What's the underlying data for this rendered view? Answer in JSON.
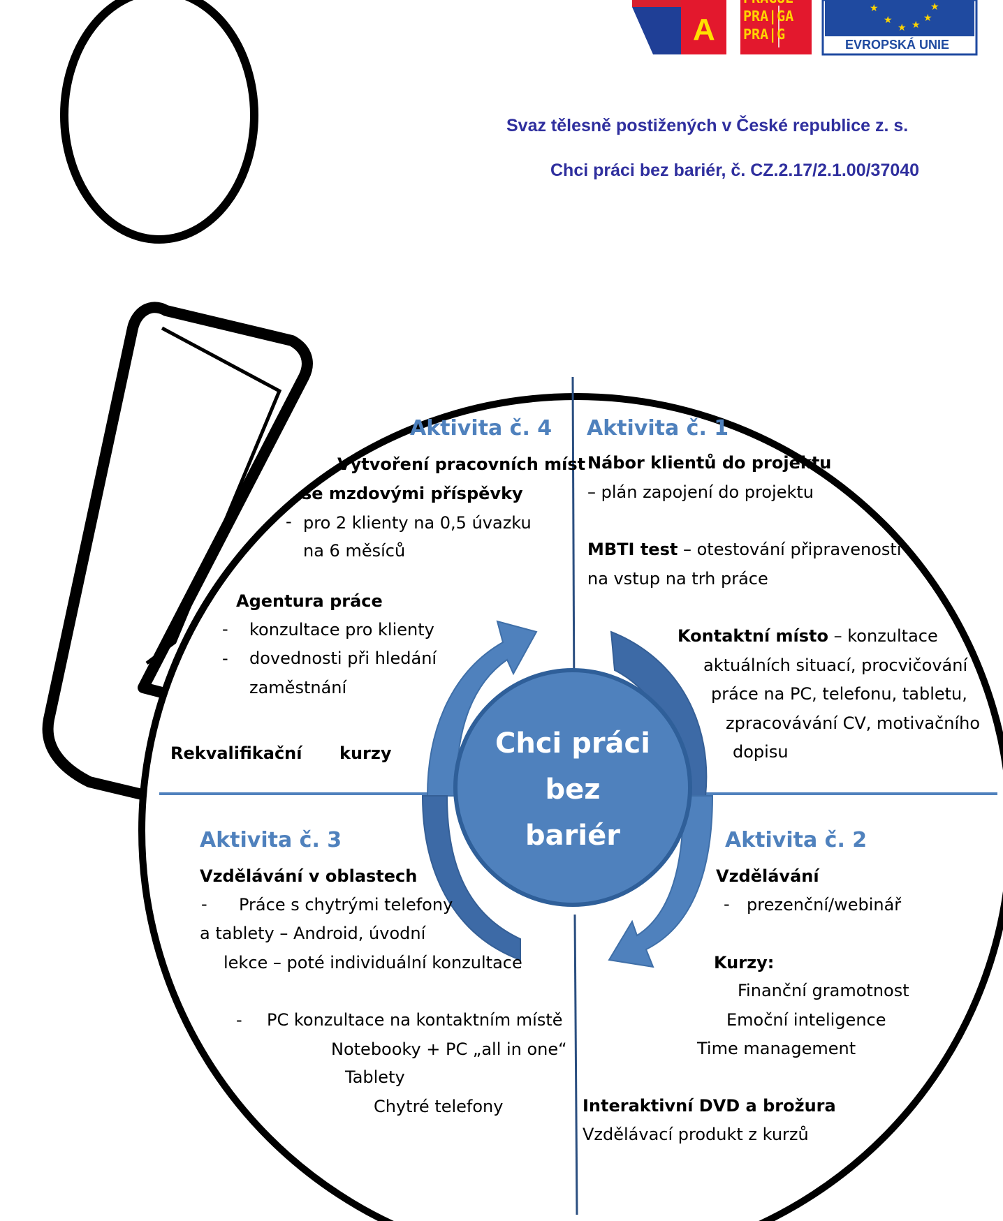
{
  "header": {
    "organization": "Svaz tělesně postižených v České republice  z. s.",
    "project": "Chci práci bez bariér, č. CZ.2.17/2.1.00/37040"
  },
  "logos": {
    "logo_a_letter": "A",
    "praga_lines": [
      "PRAGUE",
      "PRA|GA",
      "PRA|G"
    ],
    "eu_label": "EVROPSKÁ UNIE"
  },
  "center": {
    "lines": [
      "Chci práci",
      "bez",
      "bariér"
    ]
  },
  "colors": {
    "accent": "#4f81bd",
    "header": "#2f2f9e",
    "circle_fill": "#4f81bd",
    "arrow": "#4f81bd"
  },
  "q1": {
    "title": "Aktivita č. 1",
    "item1_bold": "Nábor klientů do projektu",
    "item1_rest": "– plán zapojení do projektu",
    "item2_bold": "MBTI test",
    "item2_rest": " – otestování připravenosti",
    "item2_rest2": "na vstup na trh práce",
    "item3_bold": "Kontaktní místo",
    "item3_rest": " – konzultace",
    "item3_lines": [
      "aktuálních situací, procvičování",
      "práce na PC, telefonu, tabletu,",
      "zpracovávání CV, motivačního",
      "dopisu"
    ]
  },
  "q2": {
    "title": "Aktivita č. 2",
    "edu_bold": "Vzdělávání",
    "edu_item": "prezenční/webinář",
    "courses_bold": "Kurzy:",
    "courses": [
      "Finanční gramotnost",
      "Emoční inteligence",
      "Time management"
    ],
    "dvd_bold": "Interaktivní DVD a brožura",
    "dvd_rest": "Vzdělávací produkt z kurzů"
  },
  "q3": {
    "title": "Aktivita č. 3",
    "edu_bold": "Vzdělávání v oblastech",
    "line1": "Práce s chytrými telefony",
    "line2": "a tablety – Android, úvodní",
    "line3": "lekce – poté individuální konzultace",
    "pc_line": "PC konzultace na kontaktním místě",
    "devices": [
      "Notebooky + PC „all in one“",
      "Tablety",
      "Chytré telefony"
    ]
  },
  "q4": {
    "title": "Aktivita č. 4",
    "jobs_bold1": "Vytvoření pracovních míst",
    "jobs_bold2": "se mzdovými příspěvky",
    "jobs_line1": "pro 2 klienty na 0,5 úvazku",
    "jobs_line2": "na 6 měsíců",
    "agency_bold": "Agentura práce",
    "agency_items": [
      "konzultace pro klienty",
      "dovednosti při hledání"
    ],
    "agency_cont": "zaměstnání",
    "requal_bold1": "Rekvalifikační",
    "requal_bold2": "kurzy"
  },
  "dash": "-"
}
